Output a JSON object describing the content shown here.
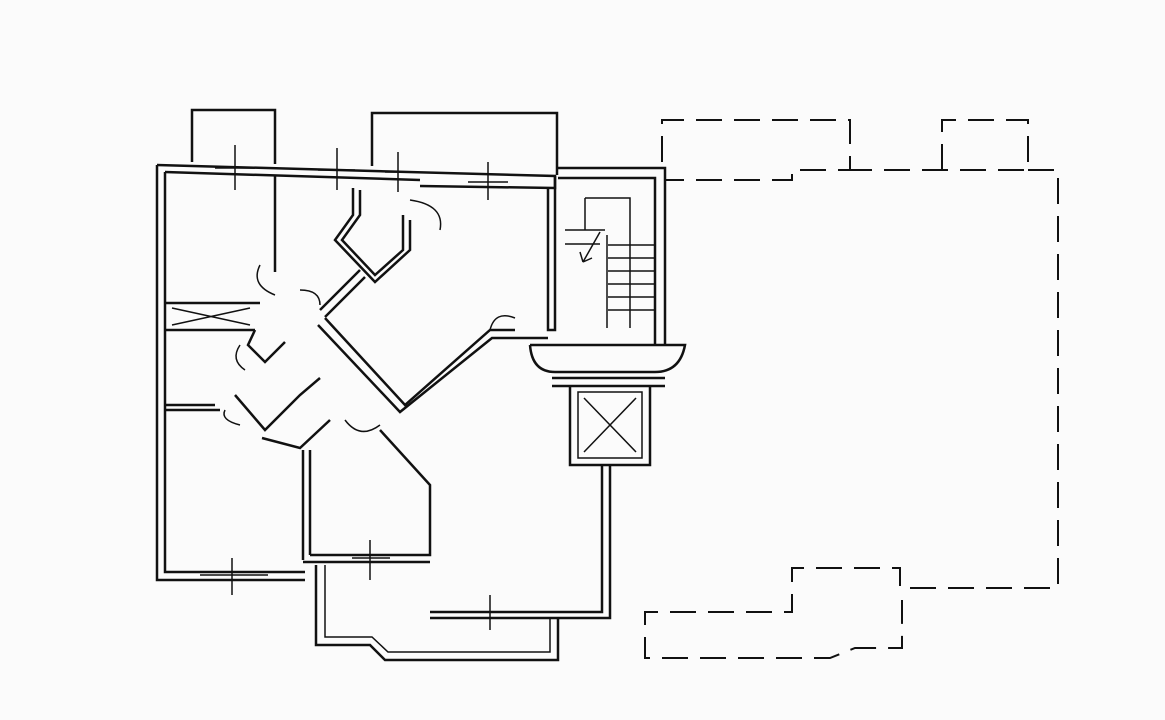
{
  "colors": {
    "line": "#111111",
    "background": "#fbfbfb"
  },
  "elements": [
    "apartment-floor-plan",
    "stair-core",
    "elevator-shaft",
    "balconies",
    "adjacent-unit-dashed-outline"
  ]
}
